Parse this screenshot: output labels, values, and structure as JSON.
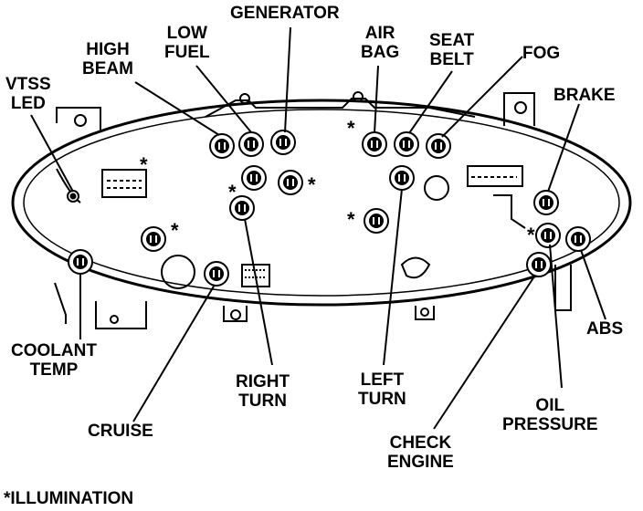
{
  "labels": {
    "generator": "GENERATOR",
    "low_fuel": [
      "LOW",
      "FUEL"
    ],
    "high_beam": [
      "HIGH",
      "BEAM"
    ],
    "vtss_led": [
      "VTSS",
      "LED"
    ],
    "air_bag": [
      "AIR",
      "BAG"
    ],
    "seat_belt": [
      "SEAT",
      "BELT"
    ],
    "fog": "FOG",
    "brake": "BRAKE",
    "abs": "ABS",
    "oil_pressure": [
      "OIL",
      "PRESSURE"
    ],
    "check_engine": [
      "CHECK",
      "ENGINE"
    ],
    "left_turn": [
      "LEFT",
      "TURN"
    ],
    "right_turn": [
      "RIGHT",
      "TURN"
    ],
    "cruise": "CRUISE",
    "coolant_temp": [
      "COOLANT",
      "TEMP"
    ]
  },
  "illumination_marker": "*",
  "legend": "*ILLUMINATION",
  "colors": {
    "ink": "#000000",
    "paper": "#ffffff"
  }
}
